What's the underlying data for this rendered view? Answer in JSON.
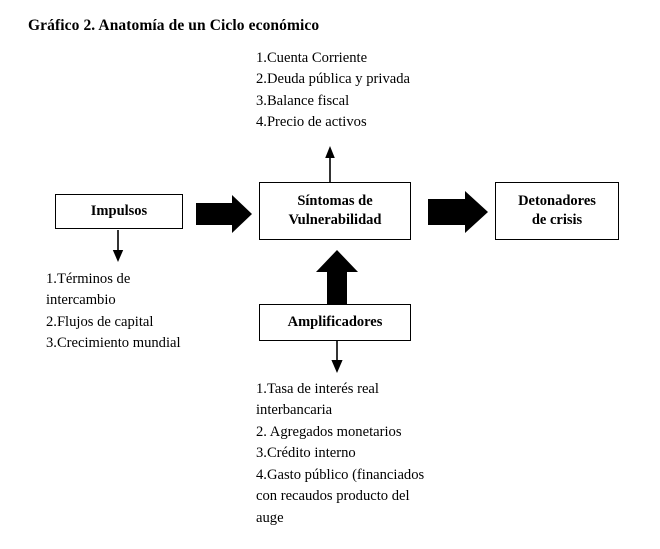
{
  "figure": {
    "title": "Gráfico 2. Anatomía de un Ciclo económico"
  },
  "boxes": {
    "impulsos": {
      "label": "Impulsos"
    },
    "sintomas": {
      "line1": "Síntomas de",
      "line2": "Vulnerabilidad"
    },
    "detonadores": {
      "line1": "Detonadores",
      "line2": "de crisis"
    },
    "amplificadores": {
      "label": "Amplificadores"
    }
  },
  "lists": {
    "sintomas_items": [
      "1.Cuenta Corriente",
      "2.Deuda pública y privada",
      "3.Balance fiscal",
      "4.Precio de activos"
    ],
    "impulsos_items": [
      "1.Términos de",
      "intercambio",
      "2.Flujos de capital",
      "3.Crecimiento mundial"
    ],
    "amplificadores_items": [
      "1.Tasa de interés real",
      "interbancaria",
      "2. Agregados monetarios",
      "3.Crédito interno",
      "4.Gasto público (financiados",
      "con recaudos producto del",
      "auge"
    ]
  },
  "arrows": {
    "impulsos_to_sintomas": "block-arrow-right",
    "sintomas_to_detonadores": "block-arrow-right",
    "amplificadores_to_sintomas": "block-arrow-up",
    "sintomas_to_list": "thin-arrow-up",
    "impulsos_to_list": "thin-arrow-down",
    "amplificadores_to_list": "thin-arrow-down"
  },
  "colors": {
    "ink": "#000000",
    "paper": "#ffffff"
  }
}
